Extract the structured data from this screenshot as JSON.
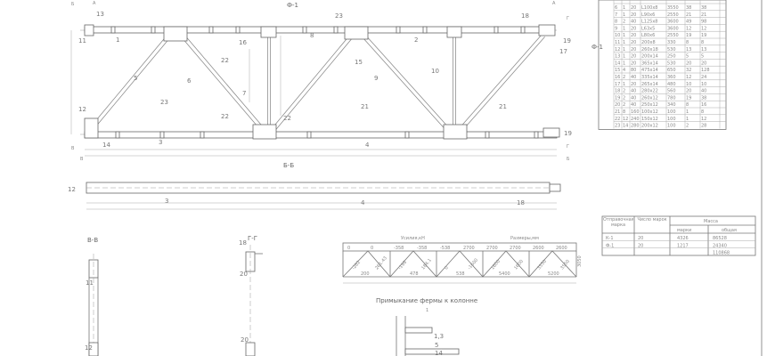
{
  "drawing": {
    "main_view_title": "Ф-1",
    "section_bb_title": "Б-Б",
    "section_vv_title": "В-В",
    "section_gg_title": "Г-Г",
    "section_markers": [
      "А",
      "А",
      "Б",
      "Б",
      "В",
      "В",
      "Г",
      "Г"
    ],
    "callouts": [
      "13",
      "11",
      "1",
      "23",
      "2",
      "18",
      "19",
      "17",
      "16",
      "15",
      "5",
      "6",
      "7",
      "8",
      "9",
      "10",
      "22",
      "22",
      "22",
      "21",
      "21",
      "12",
      "14",
      "23",
      "3",
      "4",
      "19",
      "12",
      "3",
      "4",
      "18",
      "11",
      "12",
      "18",
      "20",
      "20",
      "1,3",
      "5",
      "14"
    ]
  },
  "spec_table": {
    "group_label": "Ф-1",
    "rows": [
      [
        "6",
        "1",
        "20",
        "L100x8",
        "3550",
        "38",
        "38"
      ],
      [
        "7",
        "1",
        "20",
        "L90x6",
        "2550",
        "21",
        "21"
      ],
      [
        "8",
        "2",
        "40",
        "L125x8",
        "3600",
        "49",
        "98"
      ],
      [
        "9",
        "1",
        "20",
        "L63x5",
        "3600",
        "12",
        "12"
      ],
      [
        "10",
        "1",
        "20",
        "L80x6",
        "2550",
        "19",
        "19"
      ],
      [
        "11",
        "1",
        "20",
        "200x8",
        "330",
        "8",
        "8"
      ],
      [
        "12",
        "1",
        "20",
        "260x18",
        "530",
        "13",
        "13"
      ],
      [
        "13",
        "1",
        "20",
        "200x14",
        "250",
        "5",
        "5"
      ],
      [
        "14",
        "1",
        "20",
        "365x14",
        "530",
        "20",
        "20"
      ],
      [
        "15",
        "4",
        "80",
        "475x14",
        "650",
        "32",
        "128"
      ],
      [
        "16",
        "2",
        "40",
        "335x14",
        "360",
        "12",
        "24"
      ],
      [
        "17",
        "1",
        "20",
        "265x14",
        "480",
        "10",
        "10"
      ],
      [
        "18",
        "2",
        "40",
        "280x22",
        "560",
        "20",
        "40"
      ],
      [
        "19",
        "2",
        "40",
        "260x12",
        "780",
        "19",
        "38"
      ],
      [
        "20",
        "2",
        "40",
        "250x12",
        "340",
        "8",
        "16"
      ],
      [
        "21",
        "8",
        "160",
        "100x12",
        "100",
        "1",
        "8"
      ],
      [
        "22",
        "12",
        "240",
        "150x12",
        "100",
        "1",
        "12"
      ],
      [
        "23",
        "14",
        "280",
        "200x12",
        "100",
        "2",
        "28"
      ]
    ]
  },
  "mass_table": {
    "headers": {
      "mark": "Отправочная марка",
      "count": "Число марок",
      "mass": "Масса",
      "mass_per_mark": "марки",
      "mass_total": "общая"
    },
    "rows": [
      [
        "К-1",
        "20",
        "4326",
        "86528"
      ],
      [
        "Ф-1",
        "20",
        "1217",
        "24340"
      ],
      [
        "",
        "",
        "",
        "110868"
      ]
    ]
  },
  "scheme": {
    "forces_label": "Усилия,кН",
    "sizes_label": "Размеры,мм",
    "top_values": [
      "0",
      "0",
      "-358",
      "-358",
      "-538",
      "2700",
      "2700",
      "2700",
      "2600",
      "2600"
    ],
    "diag_values": [
      "-282",
      "261.43",
      "-198",
      "184.1",
      "0",
      "-1600",
      "1600",
      "1600",
      "3550",
      "3550"
    ],
    "bottom_values": [
      "200",
      "478",
      "538",
      "5400",
      "5200"
    ],
    "height_value": "3050"
  },
  "detail_title": "Примыкание фермы к колонне",
  "detail_number": "1"
}
